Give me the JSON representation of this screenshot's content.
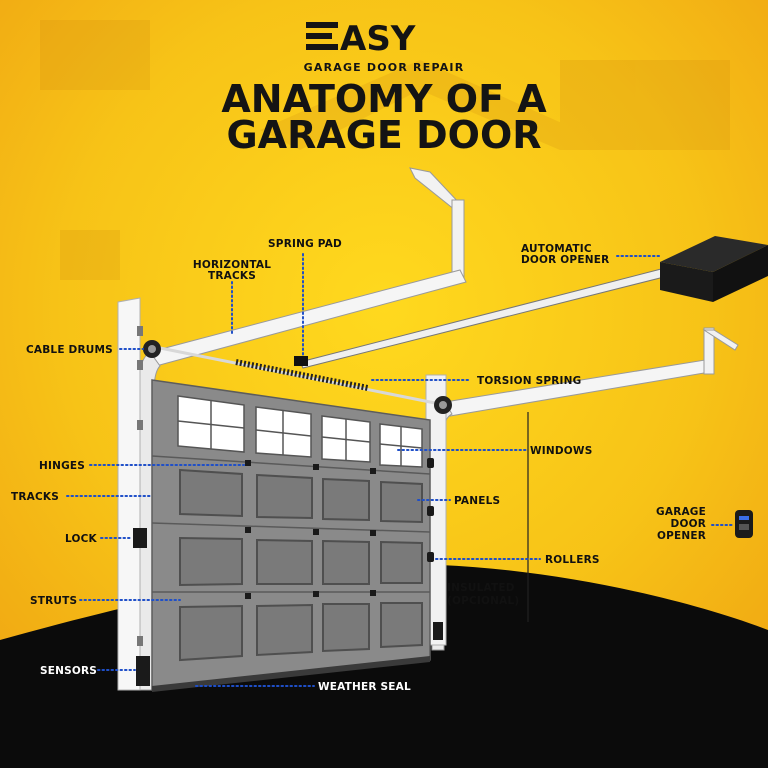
{
  "brand": {
    "name": "EASY",
    "tagline": "GARAGE DOOR REPAIR"
  },
  "title": {
    "line1": "ANATOMY OF A",
    "line2": "GARAGE DOOR"
  },
  "labels": {
    "spring_pad": "SPRING PAD",
    "horizontal_tracks_1": "HORIZONTAL",
    "horizontal_tracks_2": "TRACKS",
    "automatic_opener_1": "AUTOMATIC",
    "automatic_opener_2": "DOOR OPENER",
    "cable_drums": "CABLE DRUMS",
    "torsion_spring": "TORSION SPRING",
    "hinges": "HINGES",
    "windows": "WINDOWS",
    "tracks": "TRACKS",
    "panels": "PANELS",
    "lock": "LOCK",
    "rollers": "ROLLERS",
    "garage_opener_1": "GARAGE",
    "garage_opener_2": "DOOR",
    "garage_opener_3": "OPENER",
    "insulated_1": "INSULATED",
    "insulated_2": "(OPCIONAL)",
    "struts": "STRUTS",
    "sensors": "SENSORS",
    "weather_seal": "WEATHER SEAL"
  },
  "colors": {
    "background": "#f6c41a",
    "door_gray": "#8a8a8a",
    "leader": "#1f4fc8",
    "ground": "#0b0b0b"
  }
}
